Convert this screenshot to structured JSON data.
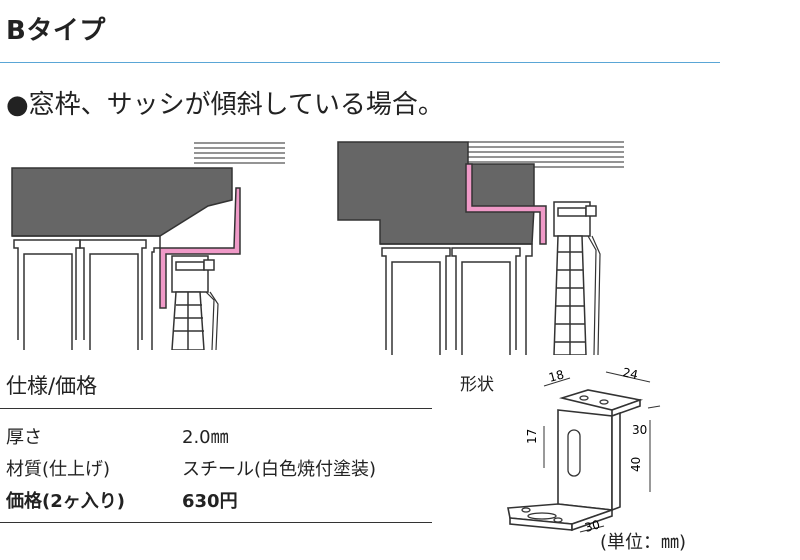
{
  "title": "Bタイプ",
  "subtitle": "●窓枠、サッシが傾斜している場合。",
  "spec": {
    "heading": "仕様/価格",
    "rows": [
      {
        "label": "厚さ",
        "value": "2.0㎜"
      },
      {
        "label": "材質(仕上げ)",
        "value": "スチール(白色焼付塗装)"
      },
      {
        "label": "価格(2ヶ入り)",
        "value": "630円"
      }
    ]
  },
  "shape": {
    "label": "形状",
    "unit": "(単位：㎜)",
    "dims": {
      "d18": "18",
      "d24": "24",
      "d30a": "30",
      "d17": "17",
      "d40": "40",
      "d30b": "30"
    }
  },
  "colors": {
    "accent": "#5aa6d6",
    "bracket": "#f09ac8",
    "frame": "#6a6a6a"
  }
}
